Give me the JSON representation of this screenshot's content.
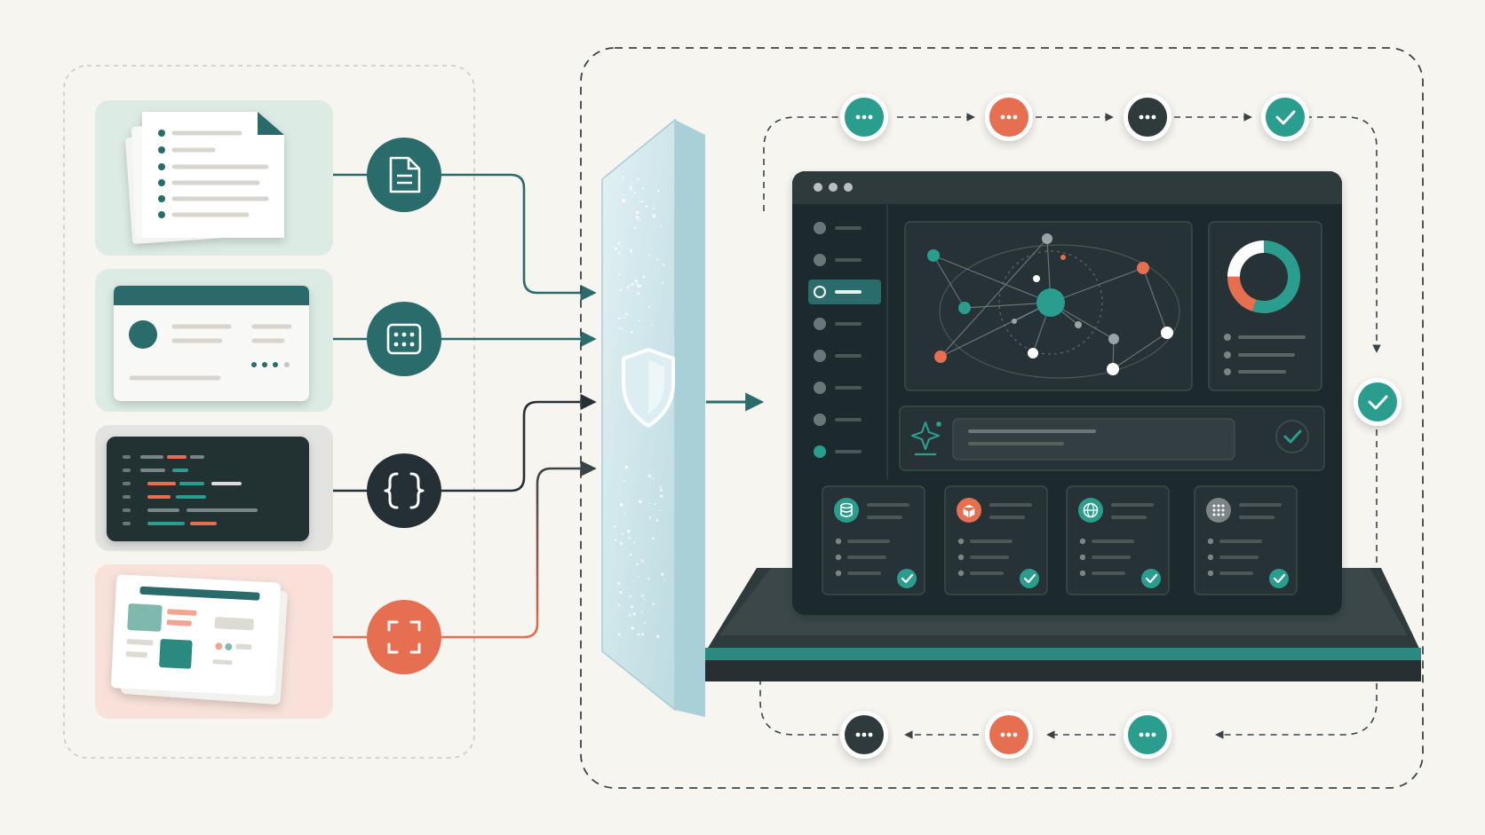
{
  "colors": {
    "background": "#f7f5f0",
    "teal": "#2a9d8f",
    "deep_teal": "#2a6b6b",
    "coral": "#e76f51",
    "charcoal": "#2f3a3d",
    "screen": "#1f2a2d",
    "panel": "#263236",
    "glass": "#cfe6ea",
    "light_gray": "#dedbd4",
    "mint_card": "#dcebe4",
    "blush_card": "#f9e1da"
  },
  "sources": [
    {
      "kind": "document",
      "icon": "document-icon",
      "card_color": "#dcebe4",
      "connector_color": "#2a6b6b"
    },
    {
      "kind": "form",
      "icon": "form-grid-icon",
      "card_color": "#dcebe4",
      "connector_color": "#2a6b6b"
    },
    {
      "kind": "code",
      "icon": "braces-icon",
      "card_color": "#e3e3e1",
      "connector_color": "#253036"
    },
    {
      "kind": "screenshot",
      "icon": "capture-frame-icon",
      "card_color": "#f9e1da",
      "connector_color": "#e76f51"
    }
  ],
  "gateway": {
    "icon": "shield-icon"
  },
  "dashboard": {
    "window_controls": 3,
    "sidebar_items": 8,
    "sidebar_active_index": 2,
    "network_nodes": 14,
    "donut": {
      "segments": [
        {
          "color": "#2a9d8f",
          "share": 0.55
        },
        {
          "color": "#e76f51",
          "share": 0.2
        },
        {
          "color": "#ffffff",
          "share": 0.25
        }
      ]
    },
    "assistant_icon": "sparkle-icon",
    "assistant_status_icon": "check-icon",
    "module_cards": [
      {
        "icon": "database-icon",
        "icon_color": "#2a9d8f",
        "status_icon": "check-icon"
      },
      {
        "icon": "cube-icon",
        "icon_color": "#e76f51",
        "status_icon": "check-icon"
      },
      {
        "icon": "globe-icon",
        "icon_color": "#2a9d8f",
        "status_icon": "check-icon"
      },
      {
        "icon": "apps-grid-icon",
        "icon_color": "#7b8588",
        "status_icon": "check-icon"
      }
    ]
  },
  "pipeline_top": [
    {
      "state": "pending",
      "icon": "more-dots-icon",
      "color": "#2a9d8f"
    },
    {
      "state": "pending",
      "icon": "more-dots-icon",
      "color": "#e76f51"
    },
    {
      "state": "pending",
      "icon": "more-dots-icon",
      "color": "#2f3a3d"
    },
    {
      "state": "done",
      "icon": "check-icon",
      "color": "#2a9d8f"
    }
  ],
  "pipeline_side": {
    "state": "done",
    "icon": "check-icon",
    "color": "#2a9d8f"
  },
  "pipeline_bottom": [
    {
      "state": "pending",
      "icon": "more-dots-icon",
      "color": "#2a9d8f"
    },
    {
      "state": "pending",
      "icon": "more-dots-icon",
      "color": "#e76f51"
    },
    {
      "state": "pending",
      "icon": "more-dots-icon",
      "color": "#2f3a3d"
    }
  ]
}
